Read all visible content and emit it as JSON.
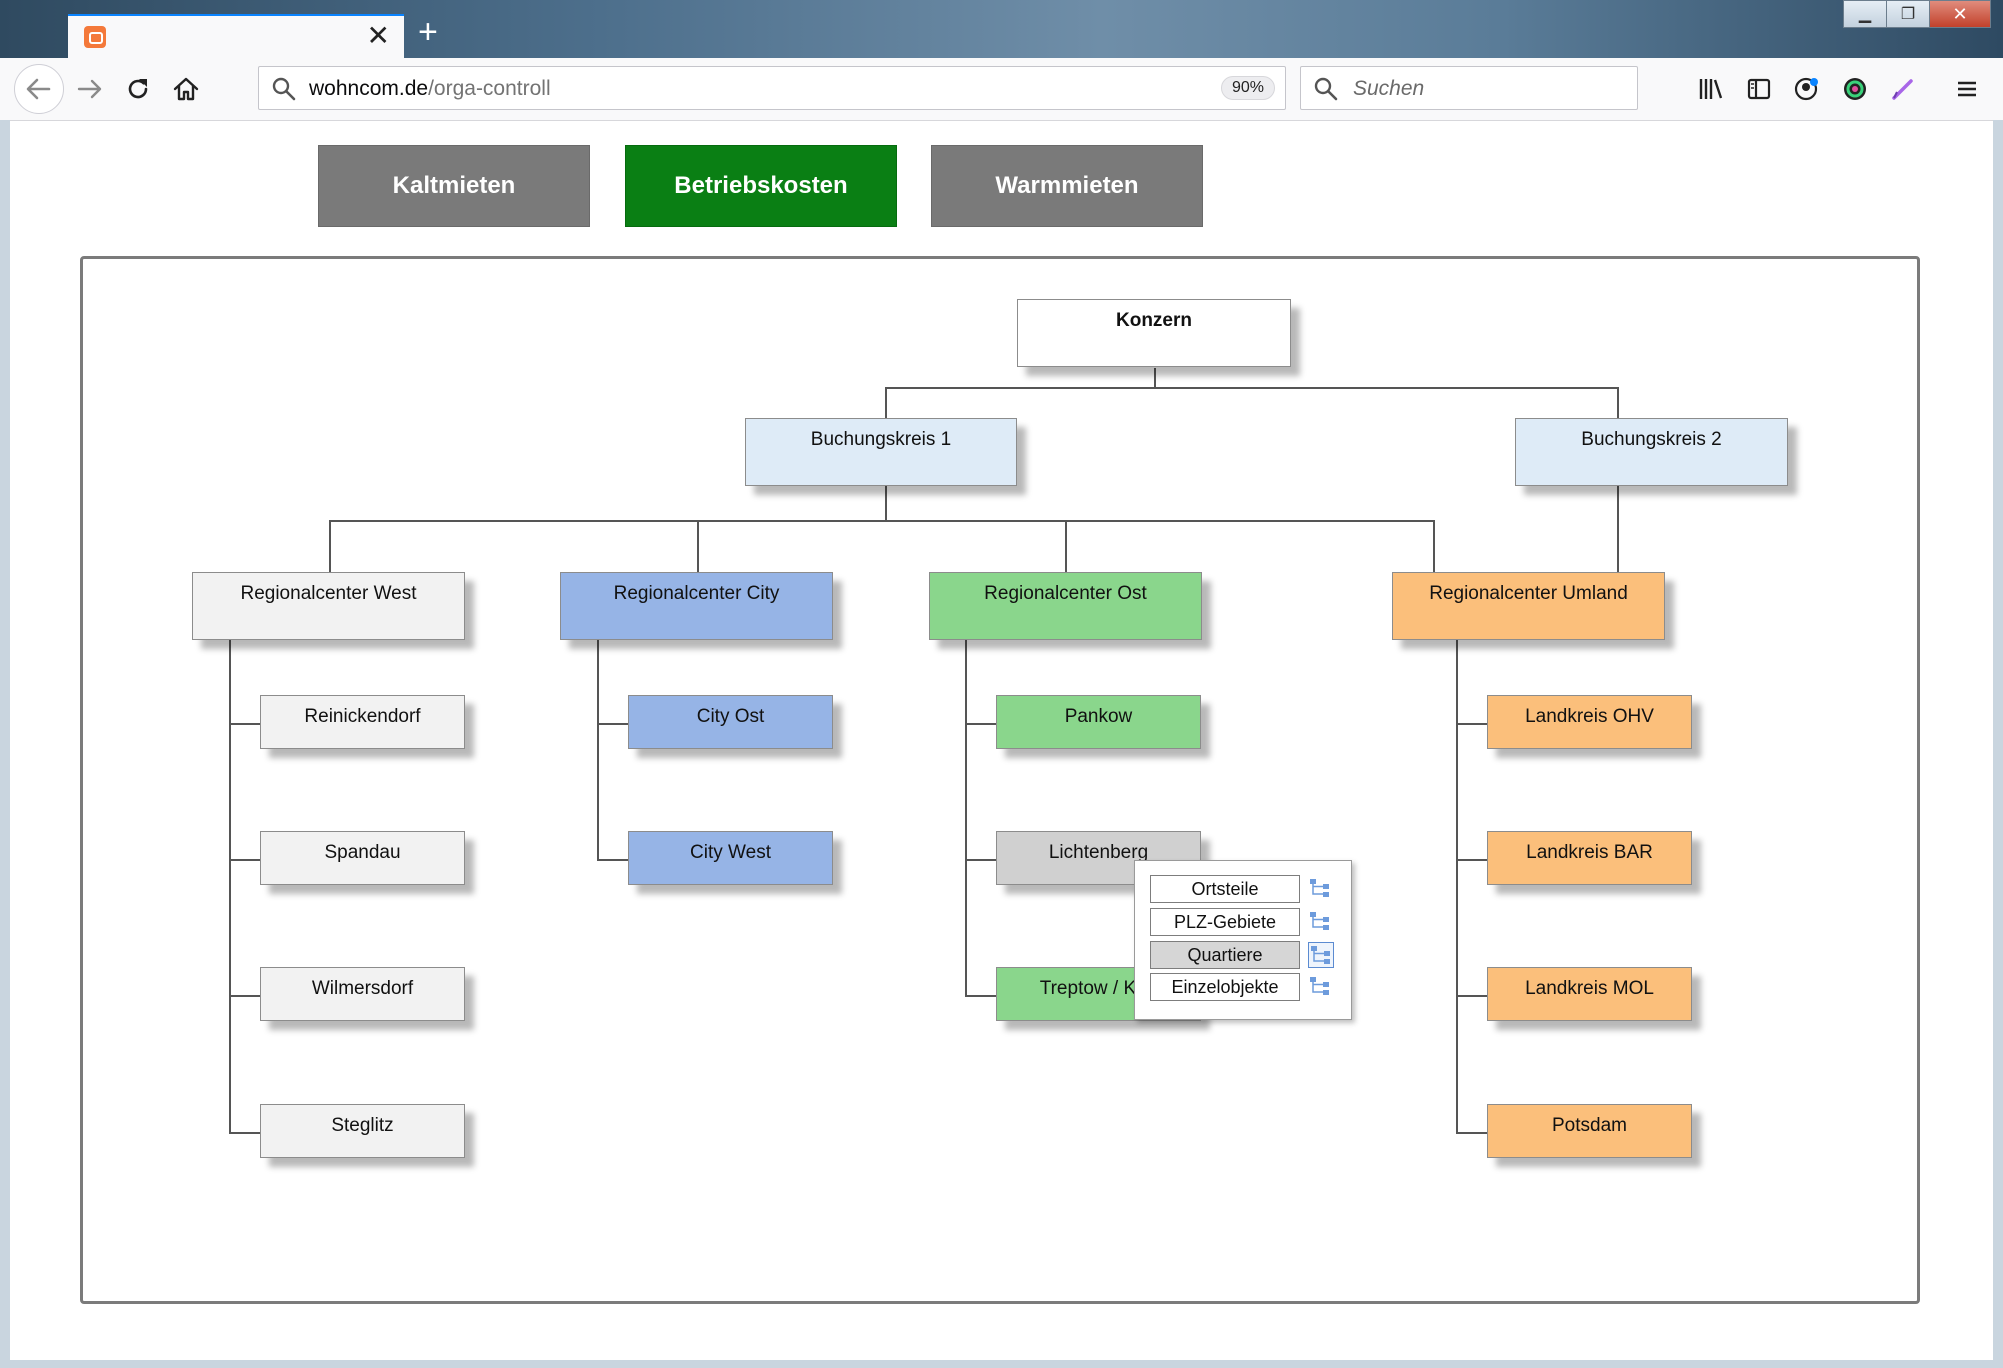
{
  "browser": {
    "tab": {
      "favicon": "xampp-favicon-icon"
    },
    "url": {
      "domain": "wohncom.de",
      "path": "/orga-controll"
    },
    "zoom": "90%",
    "search_placeholder": "Suchen"
  },
  "modes": {
    "kaltmieten": "Kaltmieten",
    "betriebskosten": "Betriebskosten",
    "warmmieten": "Warmmieten"
  },
  "org": {
    "root": "Konzern",
    "bk1": "Buchungskreis 1",
    "bk2": "Buchungskreis 2",
    "west": {
      "label": "Regionalcenter West",
      "children": [
        "Reinickendorf",
        "Spandau",
        "Wilmersdorf",
        "Steglitz"
      ]
    },
    "city": {
      "label": "Regionalcenter City",
      "children": [
        "City Ost",
        "City West"
      ]
    },
    "ost": {
      "label": "Regionalcenter Ost",
      "children": [
        "Pankow",
        "Lichtenberg",
        "Treptow / Köp"
      ]
    },
    "umland": {
      "label": "Regionalcenter Umland",
      "children": [
        "Landkreis OHV",
        "Landkreis BAR",
        "Landkreis MOL",
        "Potsdam"
      ]
    }
  },
  "popup": {
    "items": [
      "Ortsteile",
      "PLZ-Gebiete",
      "Quartiere",
      "Einzelobjekte"
    ],
    "active": "Quartiere"
  },
  "colors": {
    "active_mode": "#0a7f14",
    "inactive_mode": "#7a7a7a",
    "west": "#f2f2f2",
    "city": "#96b4e6",
    "ost": "#8ad68c",
    "umland": "#fbbf7b",
    "buchungskreis": "#deebf7"
  }
}
